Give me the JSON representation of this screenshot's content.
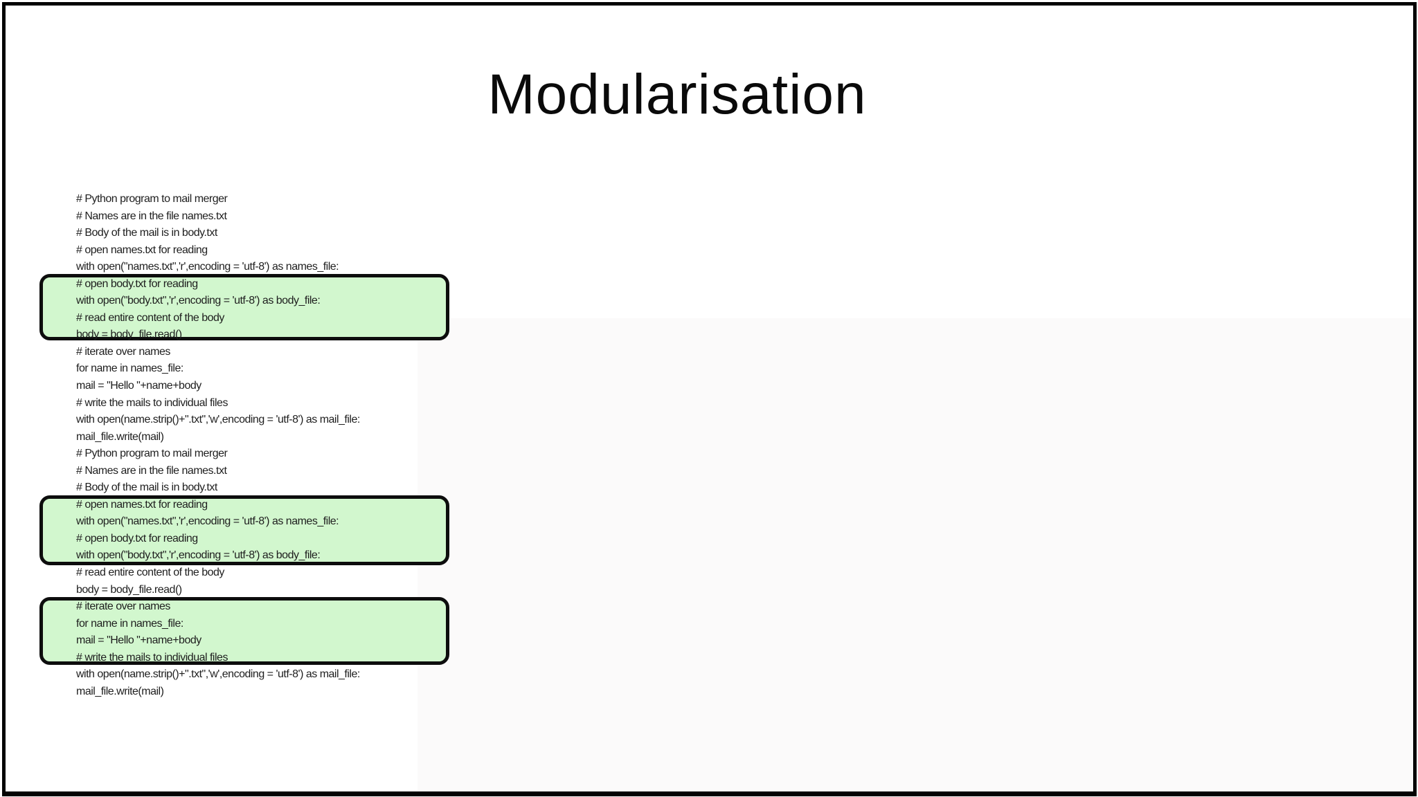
{
  "slide": {
    "title": "Modularisation",
    "background_color": "#ffffff",
    "frame_color": "#030303"
  },
  "code": {
    "font_color": "#1e1e1e",
    "highlight_fill": "#d2f7ce",
    "highlight_border": "#0d0d0d",
    "segments": [
      {
        "highlight": false,
        "lines": [
          "# Python program to mail merger",
          "# Names are in the file names.txt",
          "# Body of the mail is in body.txt",
          "# open names.txt for reading",
          "with open(\"names.txt\",'r',encoding = 'utf-8') as names_file:"
        ]
      },
      {
        "highlight": true,
        "lines": [
          "# open body.txt for reading",
          "with open(\"body.txt\",'r',encoding = 'utf-8') as body_file:",
          "# read entire content of the body",
          "body = body_file.read()"
        ]
      },
      {
        "highlight": false,
        "lines": [
          "# iterate over names",
          "for name in names_file:",
          "mail = \"Hello \"+name+body",
          "# write the mails to individual files",
          "with open(name.strip()+\".txt\",'w',encoding = 'utf-8') as mail_file:",
          "mail_file.write(mail)",
          "# Python program to mail merger",
          "# Names are in the file names.txt",
          "# Body of the mail is in body.txt"
        ]
      },
      {
        "highlight": true,
        "lines": [
          "# open names.txt for reading",
          "with open(\"names.txt\",'r',encoding = 'utf-8') as names_file:",
          "# open body.txt for reading",
          "with open(\"body.txt\",'r',encoding = 'utf-8') as body_file:"
        ]
      },
      {
        "highlight": false,
        "lines": [
          "# read entire content of the body",
          "body = body_file.read()"
        ]
      },
      {
        "highlight": true,
        "lines": [
          "# iterate over names",
          "for name in names_file:",
          "mail = \"Hello \"+name+body",
          "# write the mails to individual files"
        ]
      },
      {
        "highlight": false,
        "lines": [
          "with open(name.strip()+\".txt\",'w',encoding = 'utf-8') as mail_file:",
          "mail_file.write(mail)"
        ]
      }
    ]
  }
}
